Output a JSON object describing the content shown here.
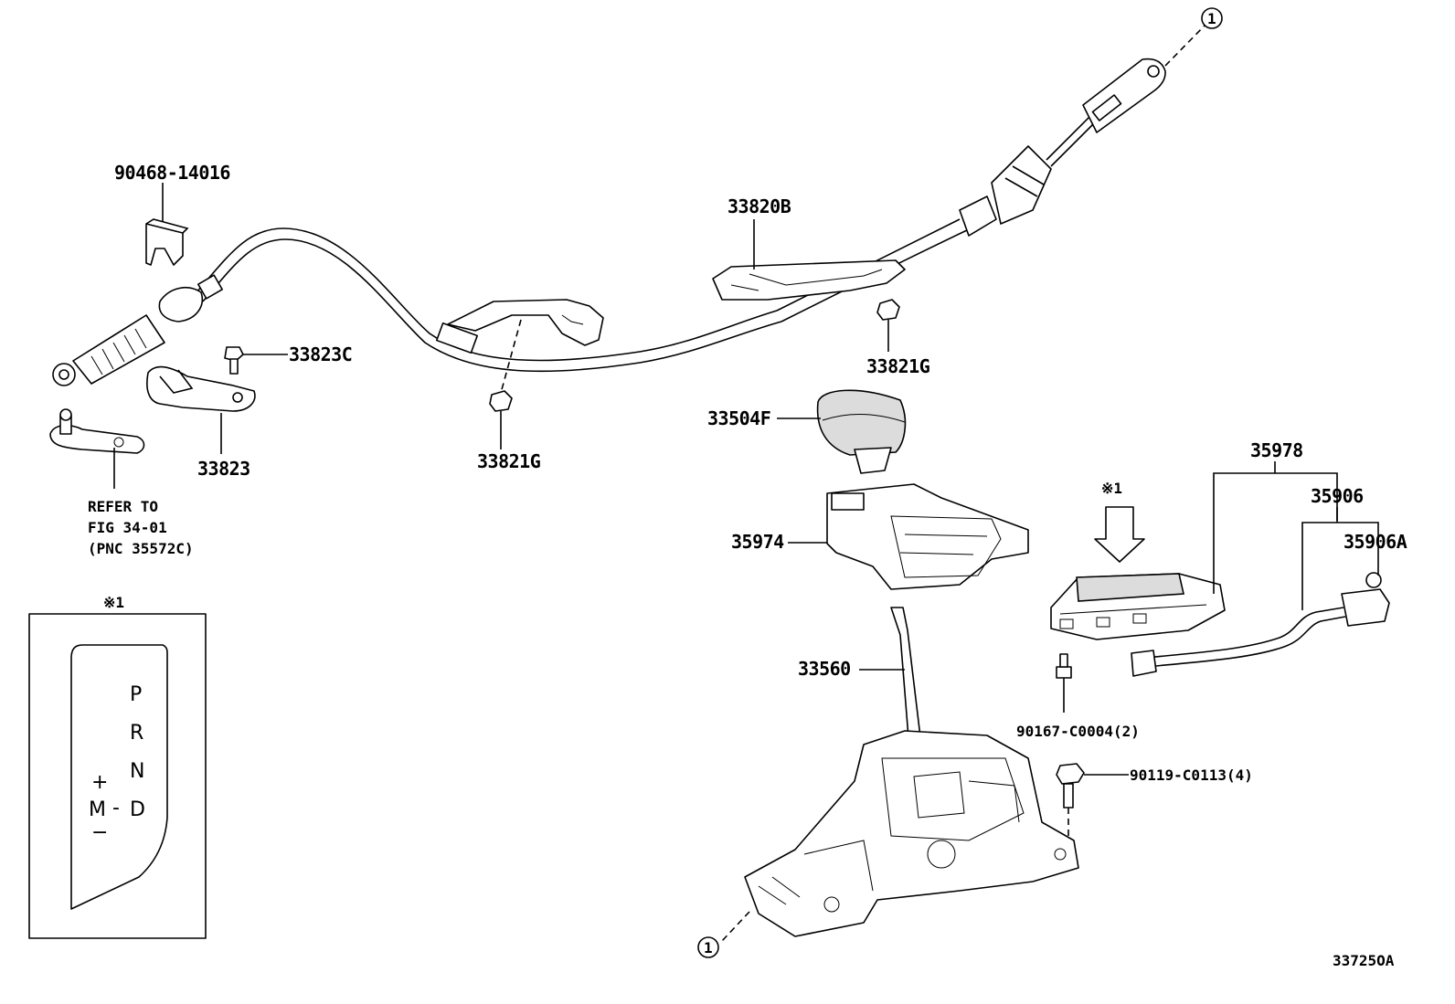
{
  "labels": {
    "clip_90468": "90468-14016",
    "bolt_33823C": "33823C",
    "bracket_33823": "33823",
    "refer_line1": "REFER TO",
    "refer_line2": "FIG 34-01",
    "refer_line3": "(PNC 35572C)",
    "nut_33821G_left": "33821G",
    "cable_33820B": "33820B",
    "nut_33821G_right": "33821G",
    "knob_33504F": "33504F",
    "housing_35974": "35974",
    "lever_33560": "33560",
    "indicator_35978": "35978",
    "wire_35906": "35906",
    "wire_35906A": "35906A",
    "screw_90167": "90167-C0004(2)",
    "bolt_90119": "90119-C0113(4)",
    "note_mark_top": "※1",
    "note_mark_box": "※1",
    "ref_circle_top": "1",
    "ref_circle_bottom": "1",
    "diagram_id": "33725OA"
  },
  "shift_plate": {
    "p": "P",
    "r": "R",
    "n": "N",
    "d": "D",
    "plus": "+",
    "m": "M",
    "dash": "-",
    "minus": "−"
  }
}
